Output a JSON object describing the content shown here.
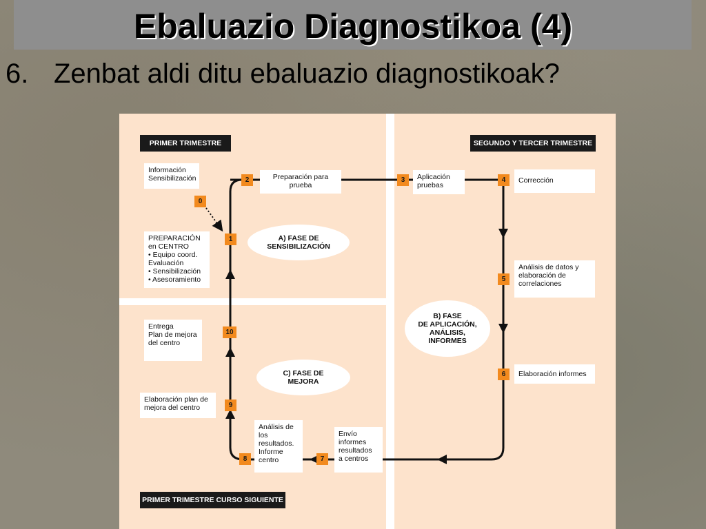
{
  "slide": {
    "title": "Ebaluazio Diagnostikoa (4)",
    "question_number": "6.",
    "question_text": "Zenbat aldi ditu ebaluazio diagnostikoak?"
  },
  "diagram": {
    "headers": {
      "primer_trimestre": "PRIMER TRIMESTRE",
      "segundo_tercer": "SEGUNDO Y TERCER TRIMESTRE",
      "primer_curso_siguiente": "PRIMER TRIMESTRE CURSO SIGUIENTE"
    },
    "boxes": {
      "informacion": "Información\nSensibilización",
      "preparacion_prueba": "Preparación para\nprueba",
      "aplicacion": "Aplicación\npruebas",
      "correccion": "Corrección",
      "preparacion_centro": "PREPARACIÓN\nen CENTRO\n•  Equipo coord.\n    Evaluación\n•  Sensibilización\n•  Asesoramiento",
      "analisis_datos": "Análisis de datos y\nelaboración de\ncorrelaciones",
      "entrega": "Entrega\nPlan de mejora\ndel centro",
      "elaboracion_informes": "Elaboración informes",
      "elaboracion_plan": "Elaboración plan de\nmejora del centro",
      "analisis_resultados": "Análisis de\nlos\nresultados.\nInforme\ncentro",
      "envio": "Envío\ninformes\nresultados\na centros"
    },
    "phases": {
      "a": "A) FASE DE\nSENSIBILIZACIÓN",
      "b": "B) FASE\nDE APLICACIÓN,\nANÁLISIS,\nINFORMES",
      "c": "C) FASE DE\nMEJORA"
    },
    "steps": {
      "s0": "0",
      "s1": "1",
      "s2": "2",
      "s3": "3",
      "s4": "4",
      "s5": "5",
      "s6": "6",
      "s7": "7",
      "s8": "8",
      "s9": "9",
      "s10": "10"
    }
  }
}
